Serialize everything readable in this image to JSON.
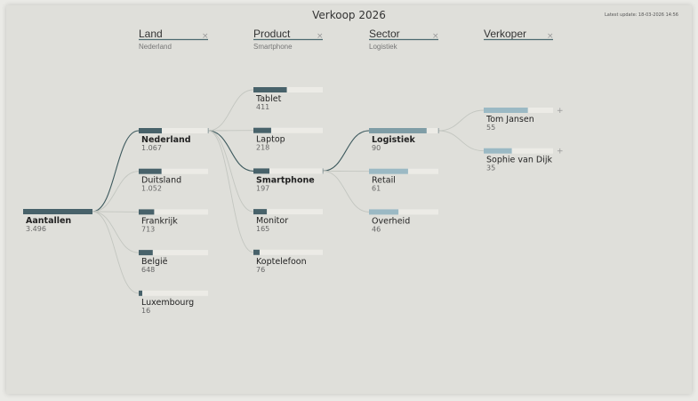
{
  "title": "Verkoop 2026",
  "latest_update": "Latest update: 18-03-2026 14:56",
  "colors": {
    "bar_dark": "#48626a",
    "bar_light": "#9bb9c4",
    "bar_mid": "#7f9da6",
    "track": "#ecebe6",
    "link": "#c3c6c0",
    "link_active": "#3e5a5e",
    "underline": "#4c6a70"
  },
  "chart_data": {
    "type": "tree",
    "scale_max": 3496,
    "root": {
      "label": "Aantallen",
      "value": 3496,
      "value_label": "3.496"
    },
    "columns": [
      {
        "name": "Land",
        "selected": "Nederland",
        "closable": true,
        "nodes": [
          {
            "label": "Nederland",
            "value": 1067,
            "value_label": "1.067",
            "active": true
          },
          {
            "label": "Duitsland",
            "value": 1052,
            "value_label": "1.052"
          },
          {
            "label": "Frankrijk",
            "value": 713,
            "value_label": "713"
          },
          {
            "label": "België",
            "value": 648,
            "value_label": "648"
          },
          {
            "label": "Luxembourg",
            "value": 16,
            "value_label": "16"
          }
        ]
      },
      {
        "name": "Product",
        "selected": "Smartphone",
        "closable": true,
        "nodes": [
          {
            "label": "Tablet",
            "value": 411,
            "value_label": "411"
          },
          {
            "label": "Laptop",
            "value": 218,
            "value_label": "218"
          },
          {
            "label": "Smartphone",
            "value": 197,
            "value_label": "197",
            "active": true
          },
          {
            "label": "Monitor",
            "value": 165,
            "value_label": "165"
          },
          {
            "label": "Koptelefoon",
            "value": 76,
            "value_label": "76"
          }
        ]
      },
      {
        "name": "Sector",
        "selected": "Logistiek",
        "closable": true,
        "nodes": [
          {
            "label": "Logistiek",
            "value": 90,
            "value_label": "90",
            "active": true
          },
          {
            "label": "Retail",
            "value": 61,
            "value_label": "61"
          },
          {
            "label": "Overheid",
            "value": 46,
            "value_label": "46"
          }
        ]
      },
      {
        "name": "Verkoper",
        "selected": "",
        "closable": true,
        "nodes": [
          {
            "label": "Tom Jansen",
            "value": 55,
            "value_label": "55",
            "expandable": true
          },
          {
            "label": "Sophie van Dijk",
            "value": 35,
            "value_label": "35",
            "expandable": true
          }
        ]
      }
    ]
  }
}
